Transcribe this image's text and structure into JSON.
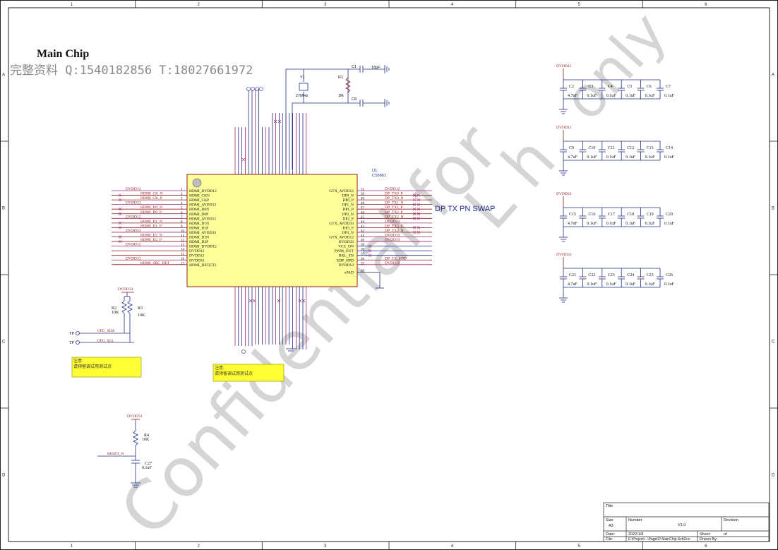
{
  "sheet": {
    "title": "Main Chip",
    "contact": "完整资料 Q:1540182856 T:18027661972",
    "col_markers": [
      "1",
      "2",
      "3",
      "4",
      "5",
      "6"
    ],
    "row_markers": [
      "A",
      "B",
      "C",
      "D"
    ]
  },
  "watermark": {
    "main": "Confidential for",
    "side": "L h",
    "only": "only"
  },
  "chip": {
    "ref": "U1",
    "part": "CS5801",
    "left_pins": [
      {
        "num": "1",
        "name": "HDMI_DVDD12",
        "net": "DVDD12"
      },
      {
        "num": "2",
        "name": "HDMI_CKN",
        "net": "HDMI_CK_N"
      },
      {
        "num": "3",
        "name": "HDMI_CKP",
        "net": "HDMI_CK_P"
      },
      {
        "num": "4",
        "name": "HDMI_AVDD33",
        "net": "DVDD33"
      },
      {
        "num": "5",
        "name": "HDMI_D0N",
        "net": "HDMI_D0_N"
      },
      {
        "num": "6",
        "name": "HDMI_D0P",
        "net": "HDMI_D0_P"
      },
      {
        "num": "7",
        "name": "HDMI_AVDD12",
        "net": "DVDD12"
      },
      {
        "num": "8",
        "name": "HDMI_D1N",
        "net": "HDMI_D1_N"
      },
      {
        "num": "9",
        "name": "HDMI_D1P",
        "net": "HDMI_D1_P"
      },
      {
        "num": "10",
        "name": "HDMI_AVDD33",
        "net": "DVDD33"
      },
      {
        "num": "11",
        "name": "HDMI_D2N",
        "net": "HDMI_D2_N"
      },
      {
        "num": "12",
        "name": "HDMI_D2P",
        "net": "HDMI_D2_P"
      },
      {
        "num": "13",
        "name": "HDMI_DVDD12",
        "net": "DVDD12"
      },
      {
        "num": "14",
        "name": "DVDD12",
        "net": ""
      },
      {
        "num": "15",
        "name": "DVDD12",
        "net": ""
      },
      {
        "num": "16",
        "name": "DVDD33",
        "net": "DVDD33"
      },
      {
        "num": "17",
        "name": "HDMI_DET(5T)",
        "net": "HDMI_SRC_DET"
      }
    ],
    "right_pins": [
      {
        "num": "51",
        "name": "GTX_AVDD12",
        "net": "DVDD12"
      },
      {
        "num": "50",
        "name": "DP0_N",
        "net": "DP_TX0_P"
      },
      {
        "num": "49",
        "name": "DP0_P",
        "net": "DP_TX0_N"
      },
      {
        "num": "48",
        "name": "DP1_N",
        "net": "DP_TX1_N"
      },
      {
        "num": "47",
        "name": "DP1_P",
        "net": "DP_TX1_P"
      },
      {
        "num": "46",
        "name": "DP2_N",
        "net": "DP_TX2_P"
      },
      {
        "num": "45",
        "name": "DP2_P",
        "net": "DP_TX2_N"
      },
      {
        "num": "44",
        "name": "GTX_AVDD33",
        "net": "DVDD33"
      },
      {
        "num": "43",
        "name": "DP3_P",
        "net": "DP_TX3_P"
      },
      {
        "num": "42",
        "name": "DP3_N",
        "net": "DP_TX3_N"
      },
      {
        "num": "41",
        "name": "GTX_AVDD12",
        "net": "DVDD12"
      },
      {
        "num": "40",
        "name": "DVDD33",
        "net": "DVDD33"
      },
      {
        "num": "39",
        "name": "VCC_ON",
        "net": ""
      },
      {
        "num": "38",
        "name": "PWM_OUT",
        "net": ""
      },
      {
        "num": "37",
        "name": "BKL_EN",
        "net": ""
      },
      {
        "num": "36",
        "name": "EDP_HPD",
        "net": "DP_TX_HPD"
      },
      {
        "num": "35",
        "name": "DVDD12",
        "net": "DVDD12"
      },
      {
        "num": "69",
        "name": "ePAD",
        "net": ""
      }
    ]
  },
  "swap_note": "DP TX PN SWAP",
  "crystal": {
    "y_ref": "Y1",
    "y_val": "27MHz",
    "r_ref": "R1",
    "r_val": "1M",
    "c1_ref": "C1",
    "c1_val": "18pF",
    "c8_ref": "C8"
  },
  "decoupling_groups": [
    {
      "rail": "DVDD12",
      "caps": [
        {
          "ref": "C2",
          "val": "4.7uF"
        },
        {
          "ref": "C3",
          "val": "0.1uF"
        },
        {
          "ref": "C4",
          "val": "0.1uF"
        },
        {
          "ref": "C5",
          "val": "0.1uF"
        },
        {
          "ref": "C6",
          "val": "0.1uF"
        },
        {
          "ref": "C7",
          "val": "0.1uF"
        }
      ]
    },
    {
      "rail": "DVDD12",
      "caps": [
        {
          "ref": "C9",
          "val": "4.7uF"
        },
        {
          "ref": "C10",
          "val": "0.1uF"
        },
        {
          "ref": "C11",
          "val": "0.1uF"
        },
        {
          "ref": "C12",
          "val": "0.1uF"
        },
        {
          "ref": "C13",
          "val": "0.1uF"
        },
        {
          "ref": "C14",
          "val": "0.1uF"
        }
      ]
    },
    {
      "rail": "DVDD33",
      "caps": [
        {
          "ref": "C15",
          "val": "4.7uF"
        },
        {
          "ref": "C16",
          "val": "0.1uF"
        },
        {
          "ref": "C17",
          "val": "0.1uF"
        },
        {
          "ref": "C18",
          "val": "0.1uF"
        },
        {
          "ref": "C19",
          "val": "0.1uF"
        },
        {
          "ref": "C20",
          "val": "0.1uF"
        }
      ]
    },
    {
      "rail": "DVDD33",
      "caps": [
        {
          "ref": "C21",
          "val": "4.7uF"
        },
        {
          "ref": "C22",
          "val": "0.1uF"
        },
        {
          "ref": "C23",
          "val": "0.1uF"
        },
        {
          "ref": "C24",
          "val": "0.1uF"
        },
        {
          "ref": "C25",
          "val": "0.1uF"
        },
        {
          "ref": "C26",
          "val": "0.1uF"
        }
      ]
    }
  ],
  "i2c": {
    "rail": "DVDD33",
    "r2_ref": "R2",
    "r2_val": "10K",
    "r3_ref": "R3",
    "r3_val": "10K",
    "sda": "CFG_SDA",
    "scl": "CFG_SCL",
    "tp1": "TP",
    "tp2": "TP"
  },
  "reset": {
    "rail": "DVDD33",
    "r_ref": "R4",
    "r_val": "10K",
    "c_ref": "C27",
    "c_val": "0.1uF",
    "net": "RESET_N"
  },
  "notes": [
    {
      "title": "注意:",
      "text": "请预留调试用测试点"
    },
    {
      "title": "注意:",
      "text": "请预留调试用测试点"
    }
  ],
  "title_block": {
    "title_label": "Title",
    "size_label": "Size",
    "size": "A3",
    "number_label": "Number",
    "revision_label": "Revision",
    "revision": "V1.0",
    "date_label": "Date:",
    "date": "2022/1/8",
    "file_label": "File:",
    "file": "E:\\Project\\...\\Page02 MainChip.SchDoc",
    "sheet_label": "Sheet",
    "of_label": "of",
    "drawn_label": "Drawn By:"
  }
}
